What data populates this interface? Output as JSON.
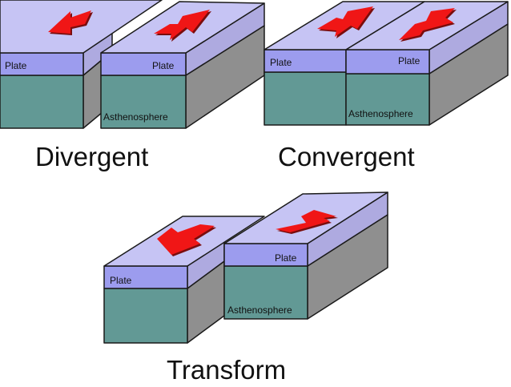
{
  "colors": {
    "plate_top": "#c6c4f4",
    "plate_front": "#9c9cee",
    "plate_side": "#aeaae0",
    "mantle_front": "#629995",
    "mantle_side": "#8f8f8f",
    "arrow_fill": "#f01818",
    "arrow_shadow": "#7a1010",
    "outline": "#1a1a1a"
  },
  "labels": {
    "plate": "Plate",
    "asthenosphere": "Asthenosphere"
  },
  "diagrams": [
    {
      "title": "Divergent",
      "plate_motion": "apart"
    },
    {
      "title": "Convergent",
      "plate_motion": "together"
    },
    {
      "title": "Transform",
      "plate_motion": "sliding-past"
    }
  ]
}
